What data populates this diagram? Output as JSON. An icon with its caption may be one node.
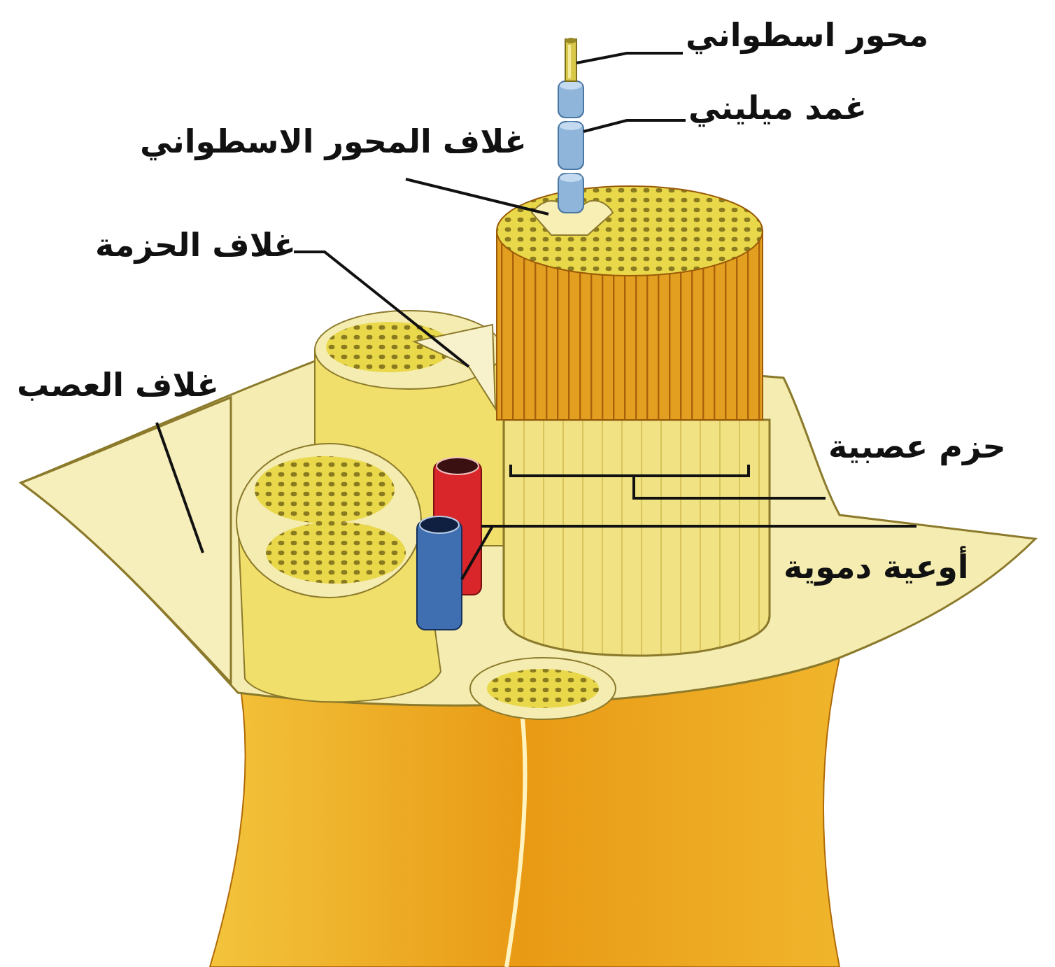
{
  "diagram": {
    "nodes": [
      {
        "text": [
          "محور اسطواني"
        ]
      },
      {
        "text": [
          "غمد ميليني"
        ]
      },
      {
        "text": [
          "غلاف المحور الاسطواني"
        ]
      },
      {
        "text": [
          "غلاف الحزمة"
        ]
      },
      {
        "text": [
          "غلاف العصب"
        ]
      },
      {
        "text": [
          "حزم عصبية"
        ]
      },
      {
        "text": [
          "أوعية دموية"
        ]
      },
      {
        "text": [],
        "shape": "cylinder"
      },
      {
        "text": [],
        "shape": "cylinder"
      },
      {
        "text": [],
        "shape": "picture"
      },
      {
        "text": [],
        "shape": "picture"
      },
      {
        "text": [],
        "shape": "picture"
      },
      {
        "text": [],
        "shape": "picture"
      },
      {
        "text": [],
        "shape": "cylinder"
      },
      {
        "text": [],
        "shape": "cylinder"
      }
    ],
    "edges": [
      {
        "from": 0,
        "to": 7,
        "arrow": "none"
      },
      {
        "from": 1,
        "to": 8,
        "arrow": "none"
      },
      {
        "from": 2,
        "to": 9,
        "arrow": "none"
      },
      {
        "from": 3,
        "to": 10,
        "arrow": "none"
      },
      {
        "from": 4,
        "to": 11,
        "arrow": "none"
      },
      {
        "from": 5,
        "to": 12,
        "arrow": "none"
      },
      {
        "from": 6,
        "to": 13,
        "arrow": "none"
      },
      {
        "from": 6,
        "to": 14,
        "arrow": "none"
      }
    ]
  }
}
